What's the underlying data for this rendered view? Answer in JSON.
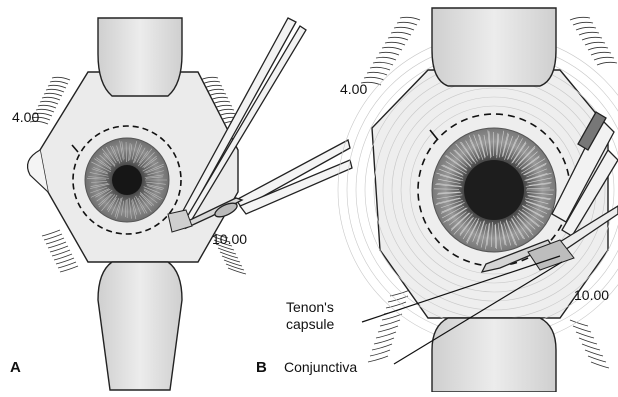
{
  "panels": [
    {
      "letter": "A",
      "labels": {
        "left_time": "4.00",
        "right_time": "10.00"
      }
    },
    {
      "letter": "B",
      "labels": {
        "left_time": "4.00",
        "right_time": "10.00",
        "tenon_line1": "Tenon's",
        "tenon_line2": "capsule",
        "conjunctiva": "Conjunctiva"
      }
    }
  ],
  "colors": {
    "ink": "#222222",
    "eye_white": "#e6e6e6",
    "speculum": "#d9d9d9",
    "iris_outer": "#8c8c8c",
    "pupil": "#1e1e1e"
  }
}
